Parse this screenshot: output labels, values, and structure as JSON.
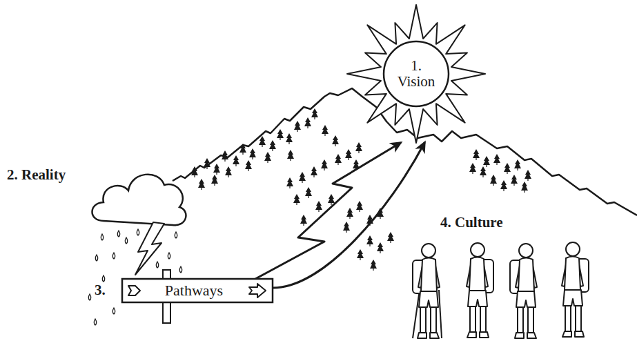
{
  "diagram": {
    "nodes": [
      {
        "text": [
          "1. Vision"
        ]
      },
      {
        "text": [
          "3.",
          "Pathways"
        ]
      }
    ],
    "edges": [
      {
        "from": 1,
        "to": 0,
        "arrow": "to"
      },
      {
        "from": 1,
        "to": 0,
        "arrow": "to"
      }
    ],
    "labels": [
      "2. Reality",
      "4. Culture"
    ]
  }
}
